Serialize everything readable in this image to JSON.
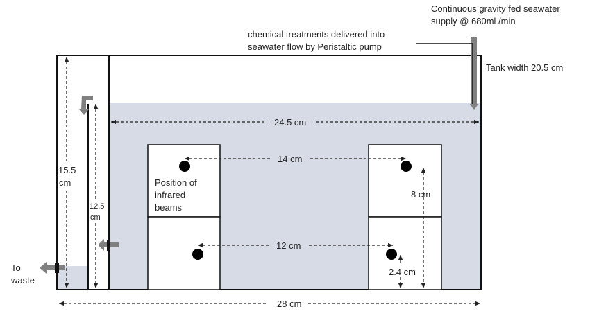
{
  "labels": {
    "supply_line1": "Continuous gravity fed seawater",
    "supply_line2": "supply @ 680ml /min",
    "chem_line1": "chemical treatments delivered into",
    "chem_line2": "seawater flow by Peristaltic pump",
    "tank_width": "Tank width 20.5 cm",
    "inner_length": "24.5 cm",
    "beam_spacing_upper": "14 cm",
    "beam_spacing_lower": "12 cm",
    "beam_height": "8 cm",
    "lower_beam_height": "2.4 cm",
    "tank_length": "28 cm",
    "tank_height_value": "15.5",
    "tank_height_unit": "cm",
    "water_height_value": "12.5",
    "water_height_unit": "cm",
    "beam_line1": "Position of",
    "beam_line2": "infrared",
    "beam_line3": "beams",
    "waste_line1": "To",
    "waste_line2": "waste"
  },
  "colors": {
    "water": "#d6dbe6",
    "outline": "#111111",
    "pipe_arrow": "#808080",
    "dimension": "#222222"
  }
}
